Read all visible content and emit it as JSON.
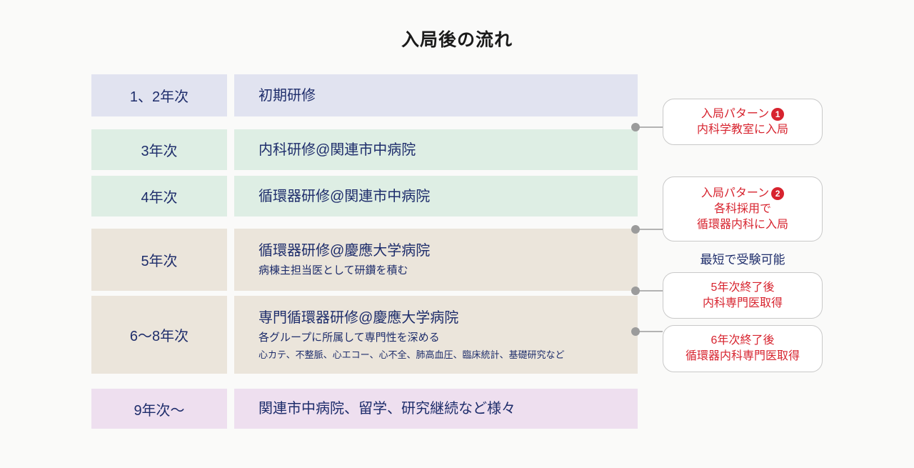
{
  "title": "入局後の流れ",
  "rows": [
    {
      "year": "1、2年次",
      "main": "初期研修"
    },
    {
      "year": "3年次",
      "main": "内科研修@関連市中病院"
    },
    {
      "year": "4年次",
      "main": "循環器研修@関連市中病院"
    },
    {
      "year": "5年次",
      "main": "循環器研修@慶應大学病院",
      "sub": "病棟主担当医として研鑽を積む"
    },
    {
      "year": "6〜8年次",
      "main": "専門循環器研修@慶應大学病院",
      "sub": "各グループに所属して専門性を深める",
      "detail": "心カテ、不整脈、心エコー、心不全、肺高血圧、臨床統計、基礎研究など"
    },
    {
      "year": "9年次〜",
      "main": "関連市中病院、留学、研究継続など様々"
    }
  ],
  "callouts": [
    {
      "title": "入局パターン",
      "badge": "1",
      "lines": [
        "内科学教室に入局"
      ]
    },
    {
      "title": "入局パターン",
      "badge": "2",
      "lines": [
        "各科採用で",
        "循環器内科に入局"
      ]
    },
    {
      "lines": [
        "5年次終了後",
        "内科専門医取得"
      ]
    },
    {
      "lines": [
        "6年次終了後",
        "循環器内科専門医取得"
      ]
    }
  ],
  "side_note": "最短で受験可能",
  "colors": {
    "text_navy": "#1e2d6b",
    "accent_red": "#d7232e",
    "row_lavender": "#e1e3f0",
    "row_green": "#deeee4",
    "row_beige": "#ebe5db",
    "row_pink": "#eedfef",
    "page_background": "#fafaf9"
  }
}
